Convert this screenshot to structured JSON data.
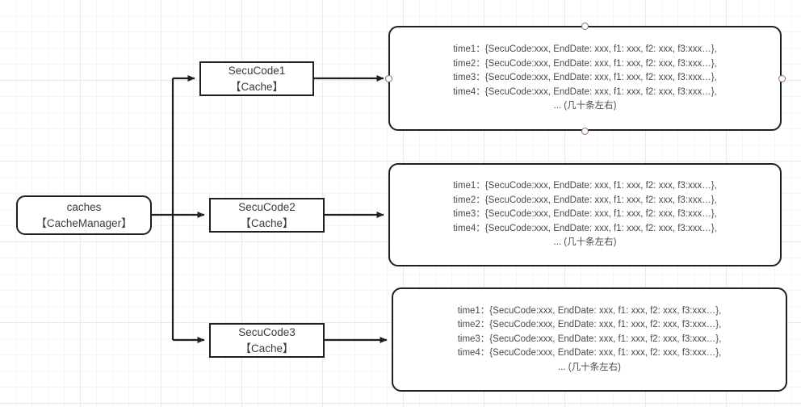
{
  "diagram": {
    "title": "caches structure diagram",
    "background": {
      "color": "#ffffff",
      "grid_minor": "#f5f5f7",
      "grid_major": "#e9e9ec"
    },
    "stroke_color": "#1f1f1f",
    "text_color": "#3b3b3b",
    "handle_color": "#8b6b6b",
    "root": {
      "name": "caches-node",
      "line1": "caches",
      "line2": "【CacheManager】"
    },
    "caches": [
      {
        "name": "secucode1-node",
        "line1": "SecuCode1",
        "line2": "【Cache】"
      },
      {
        "name": "secucode2-node",
        "line1": "SecuCode2",
        "line2": "【Cache】"
      },
      {
        "name": "secucode3-node",
        "line1": "SecuCode3",
        "line2": "【Cache】"
      }
    ],
    "detail_boxes": [
      {
        "name": "detail-box-1",
        "selected": true,
        "rows": [
          "time1：{SecuCode:xxx, EndDate: xxx, f1: xxx, f2: xxx, f3:xxx…},",
          "time2：{SecuCode:xxx, EndDate: xxx, f1: xxx, f2: xxx, f3:xxx…},",
          "time3：{SecuCode:xxx, EndDate: xxx, f1: xxx, f2: xxx, f3:xxx…},",
          "time4：{SecuCode:xxx, EndDate: xxx, f1: xxx, f2: xxx, f3:xxx…},"
        ],
        "tail": "... (几十条左右)"
      },
      {
        "name": "detail-box-2",
        "selected": false,
        "rows": [
          "time1：{SecuCode:xxx, EndDate: xxx, f1: xxx, f2: xxx, f3:xxx…},",
          "time2：{SecuCode:xxx, EndDate: xxx, f1: xxx, f2: xxx, f3:xxx…},",
          "time3：{SecuCode:xxx, EndDate: xxx, f1: xxx, f2: xxx, f3:xxx…},",
          "time4：{SecuCode:xxx, EndDate: xxx, f1: xxx, f2: xxx, f3:xxx…},"
        ],
        "tail": "... (几十条左右)"
      },
      {
        "name": "detail-box-3",
        "selected": false,
        "rows": [
          "time1：{SecuCode:xxx, EndDate: xxx, f1: xxx, f2: xxx, f3:xxx…},",
          "time2：{SecuCode:xxx, EndDate: xxx, f1: xxx, f2: xxx, f3:xxx…},",
          "time3：{SecuCode:xxx, EndDate: xxx, f1: xxx, f2: xxx, f3:xxx…},",
          "time4：{SecuCode:xxx, EndDate: xxx, f1: xxx, f2: xxx, f3:xxx…},"
        ],
        "tail": "... (几十条左右)"
      }
    ]
  }
}
